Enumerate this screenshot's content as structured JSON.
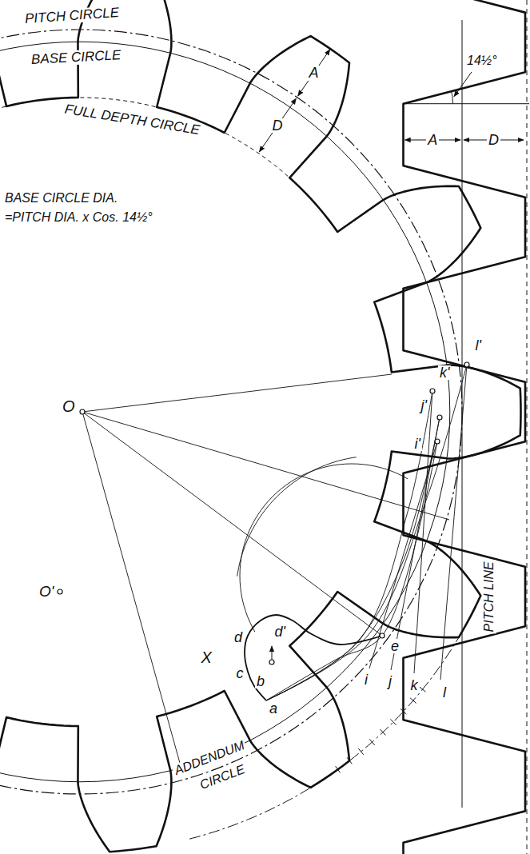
{
  "diagram": {
    "labels": [
      "PITCH CIRCLE",
      "BASE CIRCLE",
      "FULL DEPTH CIRCLE",
      "A",
      "D",
      "14½°",
      "A",
      "D",
      "BASE CIRCLE DIA.",
      "=PITCH DIA. x Cos. 14½°",
      "O",
      "O'",
      "l'",
      "k'",
      "j'",
      "i'",
      "e",
      "d",
      "d'",
      "c",
      "b",
      "a",
      "X",
      "i",
      "j",
      "k",
      "l",
      "PITCH LINE",
      "ADDENDUM",
      "CIRCLE"
    ]
  }
}
